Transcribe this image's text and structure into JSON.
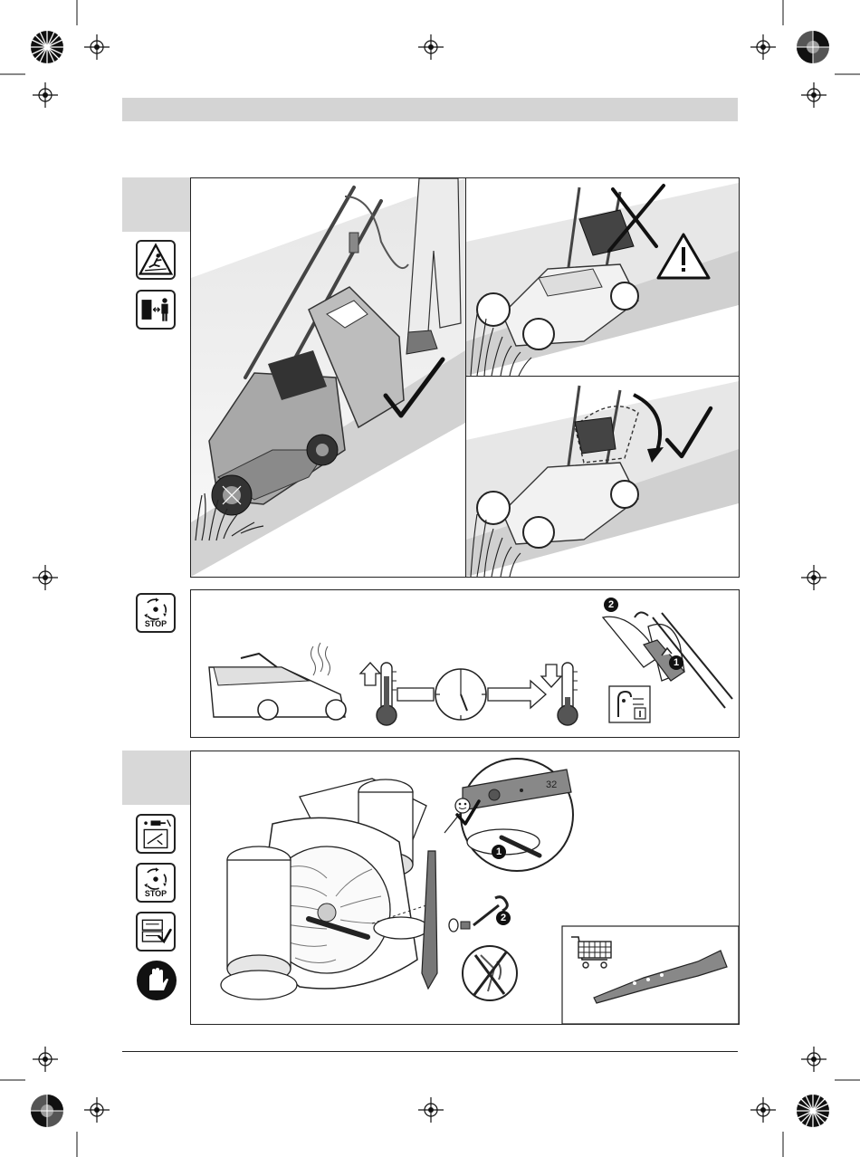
{
  "page": {
    "background": "#ffffff",
    "header_bar_color": "#d4d4d4",
    "step_tab_color": "#d8d8d8"
  },
  "icons": {
    "top_left_side": [
      "slip-hazard-warning-icon",
      "keep-bystanders-away-icon"
    ],
    "middle_left_side": [
      "blade-stop-icon"
    ],
    "bottom_left_side": [
      "unplug-before-maintenance-icon",
      "blade-stop-icon",
      "read-instructions-icon",
      "wear-gloves-icon"
    ]
  },
  "labels": {
    "stop_1": "STOP",
    "stop_2": "STOP",
    "blade_number": "32",
    "mark_1": "1",
    "mark_2": "2",
    "mark_3": "1",
    "mark_4": "2",
    "lever_label": "I"
  },
  "marks": {
    "top_main": "correct",
    "top_right_upper": "wrong",
    "top_right_lower": "correct",
    "blade_detail": "correct"
  }
}
